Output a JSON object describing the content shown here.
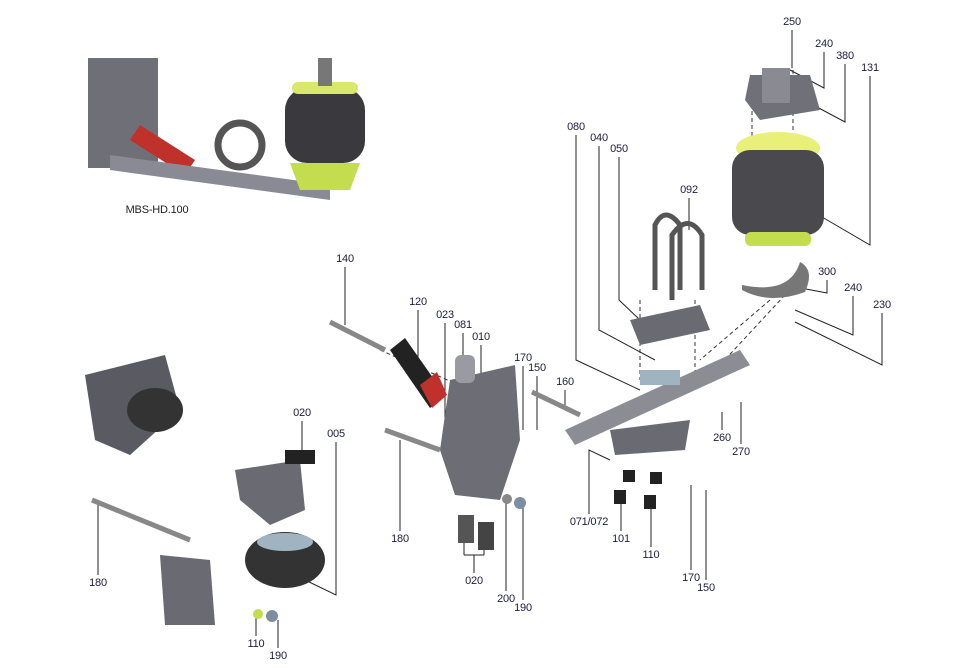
{
  "diagram": {
    "caption": "MBS-HD.100",
    "callouts": [
      {
        "id": "c1",
        "text": "250"
      },
      {
        "id": "c2",
        "text": "240"
      },
      {
        "id": "c3",
        "text": "380"
      },
      {
        "id": "c4",
        "text": "131"
      },
      {
        "id": "c5",
        "text": "080"
      },
      {
        "id": "c6",
        "text": "040"
      },
      {
        "id": "c7",
        "text": "050"
      },
      {
        "id": "c8",
        "text": "092"
      },
      {
        "id": "c9",
        "text": "300"
      },
      {
        "id": "c10",
        "text": "240"
      },
      {
        "id": "c11",
        "text": "230"
      },
      {
        "id": "c12",
        "text": "140"
      },
      {
        "id": "c13",
        "text": "120"
      },
      {
        "id": "c14",
        "text": "023"
      },
      {
        "id": "c15",
        "text": "081"
      },
      {
        "id": "c16",
        "text": "010"
      },
      {
        "id": "c17",
        "text": "170"
      },
      {
        "id": "c18",
        "text": "150"
      },
      {
        "id": "c19",
        "text": "160"
      },
      {
        "id": "c20",
        "text": "260"
      },
      {
        "id": "c21",
        "text": "270"
      },
      {
        "id": "c22",
        "text": "020"
      },
      {
        "id": "c23",
        "text": "005"
      },
      {
        "id": "c24",
        "text": "180"
      },
      {
        "id": "c25",
        "text": "180"
      },
      {
        "id": "c26",
        "text": "071/072"
      },
      {
        "id": "c27",
        "text": "101"
      },
      {
        "id": "c28",
        "text": "110"
      },
      {
        "id": "c29",
        "text": "170"
      },
      {
        "id": "c30",
        "text": "150"
      },
      {
        "id": "c31",
        "text": "200"
      },
      {
        "id": "c32",
        "text": "190"
      },
      {
        "id": "c33",
        "text": "020"
      },
      {
        "id": "c34",
        "text": "110"
      },
      {
        "id": "c35",
        "text": "190"
      }
    ]
  }
}
